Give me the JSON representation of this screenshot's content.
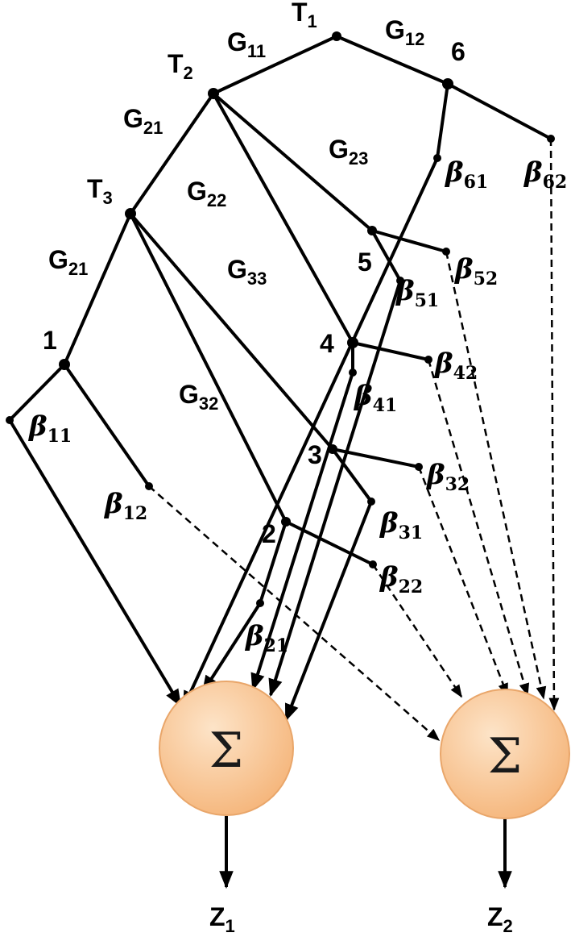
{
  "tree_labels": {
    "t1": {
      "main": "T",
      "sub": "1"
    },
    "t2": {
      "main": "T",
      "sub": "2"
    },
    "t3": {
      "main": "T",
      "sub": "3"
    }
  },
  "group_labels": {
    "g11": {
      "main": "G",
      "sub": "11"
    },
    "g12": {
      "main": "G",
      "sub": "12"
    },
    "g21_upper": {
      "main": "G",
      "sub": "21"
    },
    "g21_lower": {
      "main": "G",
      "sub": "21"
    },
    "g22": {
      "main": "G",
      "sub": "22"
    },
    "g23": {
      "main": "G",
      "sub": "23"
    },
    "g33": {
      "main": "G",
      "sub": "33"
    },
    "g32": {
      "main": "G",
      "sub": "32"
    }
  },
  "leaf_numbers": {
    "n1": "1",
    "n2": "2",
    "n3": "3",
    "n4": "4",
    "n5": "5",
    "n6": "6"
  },
  "betas": {
    "b11": {
      "main": "β",
      "sub": "11"
    },
    "b12": {
      "main": "β",
      "sub": "12"
    },
    "b21": {
      "main": "β",
      "sub": "21"
    },
    "b22": {
      "main": "β",
      "sub": "22"
    },
    "b31": {
      "main": "β",
      "sub": "31"
    },
    "b32": {
      "main": "β",
      "sub": "32"
    },
    "b41": {
      "main": "β",
      "sub": "41"
    },
    "b42": {
      "main": "β",
      "sub": "42"
    },
    "b51": {
      "main": "β",
      "sub": "51"
    },
    "b52": {
      "main": "β",
      "sub": "52"
    },
    "b61": {
      "main": "β",
      "sub": "61"
    },
    "b62": {
      "main": "β",
      "sub": "62"
    }
  },
  "sums": {
    "sum1": {
      "symbol": "Σ",
      "output": {
        "main": "Z",
        "sub": "1"
      }
    },
    "sum2": {
      "symbol": "Σ",
      "output": {
        "main": "Z",
        "sub": "2"
      }
    }
  },
  "colors": {
    "sum_fill_light": "#fde4c8",
    "sum_fill_dark": "#f5b57a",
    "sum_stroke": "#e9a66a"
  }
}
